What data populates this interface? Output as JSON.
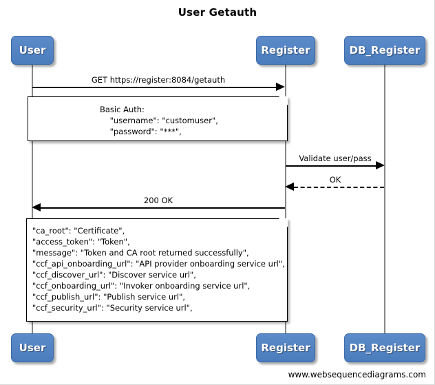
{
  "diagram": {
    "title": "User Getauth",
    "footer_credit": "www.websequencediagrams.com",
    "accent_color": "#5184c4",
    "line_color": "#000000",
    "lifeline_color": "#888888"
  },
  "participants": [
    {
      "id": "user",
      "label": "User"
    },
    {
      "id": "register",
      "label": "Register"
    },
    {
      "id": "db_register",
      "label": "DB_Register"
    }
  ],
  "participants_bottom": [
    {
      "id": "user",
      "label": "User"
    },
    {
      "id": "register",
      "label": "Register"
    },
    {
      "id": "db_register",
      "label": "DB_Register"
    }
  ],
  "messages": [
    {
      "id": "msg-getauth",
      "label": "GET https://register:8084/getauth",
      "from": "user",
      "to": "register",
      "direction": "right",
      "style": "solid"
    },
    {
      "id": "msg-validate",
      "label": "Validate user/pass",
      "from": "register",
      "to": "db_register",
      "direction": "right",
      "style": "solid"
    },
    {
      "id": "msg-ok",
      "label": "OK",
      "from": "db_register",
      "to": "register",
      "direction": "left",
      "style": "dashed"
    },
    {
      "id": "msg-200ok",
      "label": "200 OK",
      "from": "register",
      "to": "user",
      "direction": "left",
      "style": "solid"
    }
  ],
  "notes": [
    {
      "id": "note-basic-auth",
      "lines": [
        "Basic Auth:",
        "    \"username\": \"customuser\",",
        "    \"password\": \"***\","
      ],
      "text": "Basic Auth:\n    \"username\": \"customuser\",\n    \"password\": \"***\","
    },
    {
      "id": "note-response",
      "lines": [
        "\"ca_root\": \"Certificate\",",
        "\"access_token\": \"Token\",",
        "\"message\": \"Token and CA root returned successfully\",",
        "\"ccf_api_onboarding_url\": \"API provider onboarding service url\",",
        "\"ccf_discover_url\": \"Discover service url\",",
        "\"ccf_onboarding_url\": \"Invoker onboarding service url\",",
        "\"ccf_publish_url\": \"Publish service url\",",
        "\"ccf_security_url\": \"Security service url\","
      ],
      "text": "\"ca_root\": \"Certificate\",\n\"access_token\": \"Token\",\n\"message\": \"Token and CA root returned successfully\",\n\"ccf_api_onboarding_url\": \"API provider onboarding service url\",\n\"ccf_discover_url\": \"Discover service url\",\n\"ccf_onboarding_url\": \"Invoker onboarding service url\",\n\"ccf_publish_url\": \"Publish service url\",\n\"ccf_security_url\": \"Security service url\","
    }
  ]
}
